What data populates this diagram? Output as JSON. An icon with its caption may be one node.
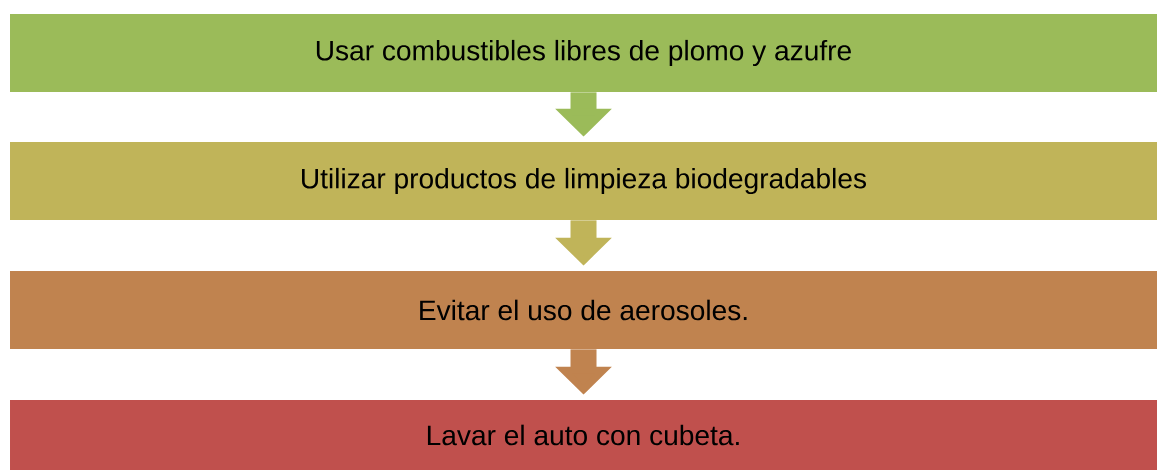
{
  "diagram": {
    "nodes": [
      {
        "text": [
          "Usar combustibles libres de plomo y azufre"
        ]
      },
      {
        "text": [
          "Utilizar productos de limpieza biodegradables"
        ]
      },
      {
        "text": [
          "Evitar el uso de aerosoles."
        ]
      },
      {
        "text": [
          "Lavar el auto con cubeta."
        ]
      }
    ],
    "edges": [
      {
        "from": 0,
        "to": 1,
        "arrow": "to",
        "color": "#9bbb59"
      },
      {
        "from": 1,
        "to": 2,
        "arrow": "to",
        "color": "#c0b459"
      },
      {
        "from": 2,
        "to": 3,
        "arrow": "to",
        "color": "#c0834f"
      }
    ]
  }
}
